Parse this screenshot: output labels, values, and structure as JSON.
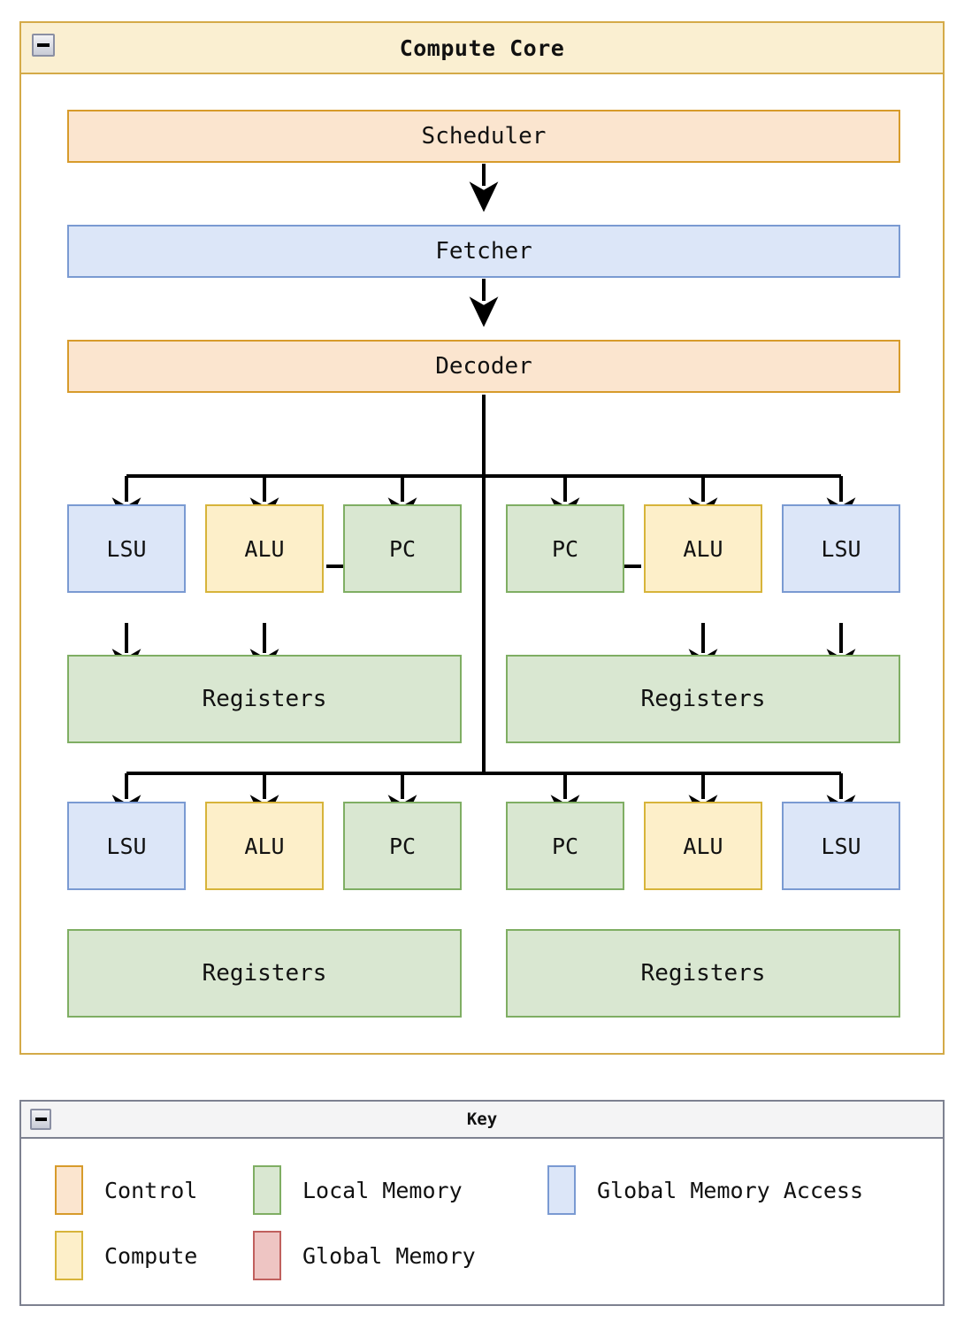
{
  "diagram": {
    "title": "Compute Core",
    "collapse_icon": "minus-icon",
    "nodes": {
      "scheduler": "Scheduler",
      "fetcher": "Fetcher",
      "decoder": "Decoder",
      "registers": "Registers",
      "lsu": "LSU",
      "alu": "ALU",
      "pc": "PC"
    },
    "quadrants": [
      {
        "id": "top-left",
        "units": [
          "LSU",
          "ALU",
          "PC"
        ],
        "registers": "Registers",
        "alu_to_pc": true,
        "alu_to_pc_direction": "right",
        "registers_arrows": [
          "LSU",
          "ALU"
        ]
      },
      {
        "id": "top-right",
        "units": [
          "PC",
          "ALU",
          "LSU"
        ],
        "registers": "Registers",
        "alu_to_pc": true,
        "alu_to_pc_direction": "left",
        "registers_arrows": [
          "ALU",
          "LSU"
        ]
      },
      {
        "id": "bottom-left",
        "units": [
          "LSU",
          "ALU",
          "PC"
        ],
        "registers": "Registers",
        "alu_to_pc": false,
        "registers_arrows": []
      },
      {
        "id": "bottom-right",
        "units": [
          "PC",
          "ALU",
          "LSU"
        ],
        "registers": "Registers",
        "alu_to_pc": false,
        "registers_arrows": []
      }
    ]
  },
  "key": {
    "title": "Key",
    "collapse_icon": "minus-icon",
    "items": [
      {
        "label": "Control",
        "color": "#fbe5cf",
        "border": "#d79b2b"
      },
      {
        "label": "Local Memory",
        "color": "#d9e7d1",
        "border": "#7fae63"
      },
      {
        "label": "Global Memory Access",
        "color": "#dce6f8",
        "border": "#7a9ad2"
      },
      {
        "label": "Compute",
        "color": "#fdefc9",
        "border": "#d7b43a"
      },
      {
        "label": "Global Memory",
        "color": "#eec5c3",
        "border": "#c0605e"
      }
    ]
  },
  "colors": {
    "control_fill": "#fbe5cf",
    "control_border": "#d79b2b",
    "compute_fill": "#fdefc9",
    "compute_border": "#d7b43a",
    "local_memory_fill": "#d9e7d1",
    "local_memory_border": "#7fae63",
    "global_access_fill": "#dce6f8",
    "global_access_border": "#7a9ad2",
    "global_memory_fill": "#eec5c3",
    "global_memory_border": "#c0605e",
    "core_title_fill": "#faefd1",
    "core_border": "#d4aa48",
    "key_border": "#7d8190",
    "wire": "#000000"
  }
}
